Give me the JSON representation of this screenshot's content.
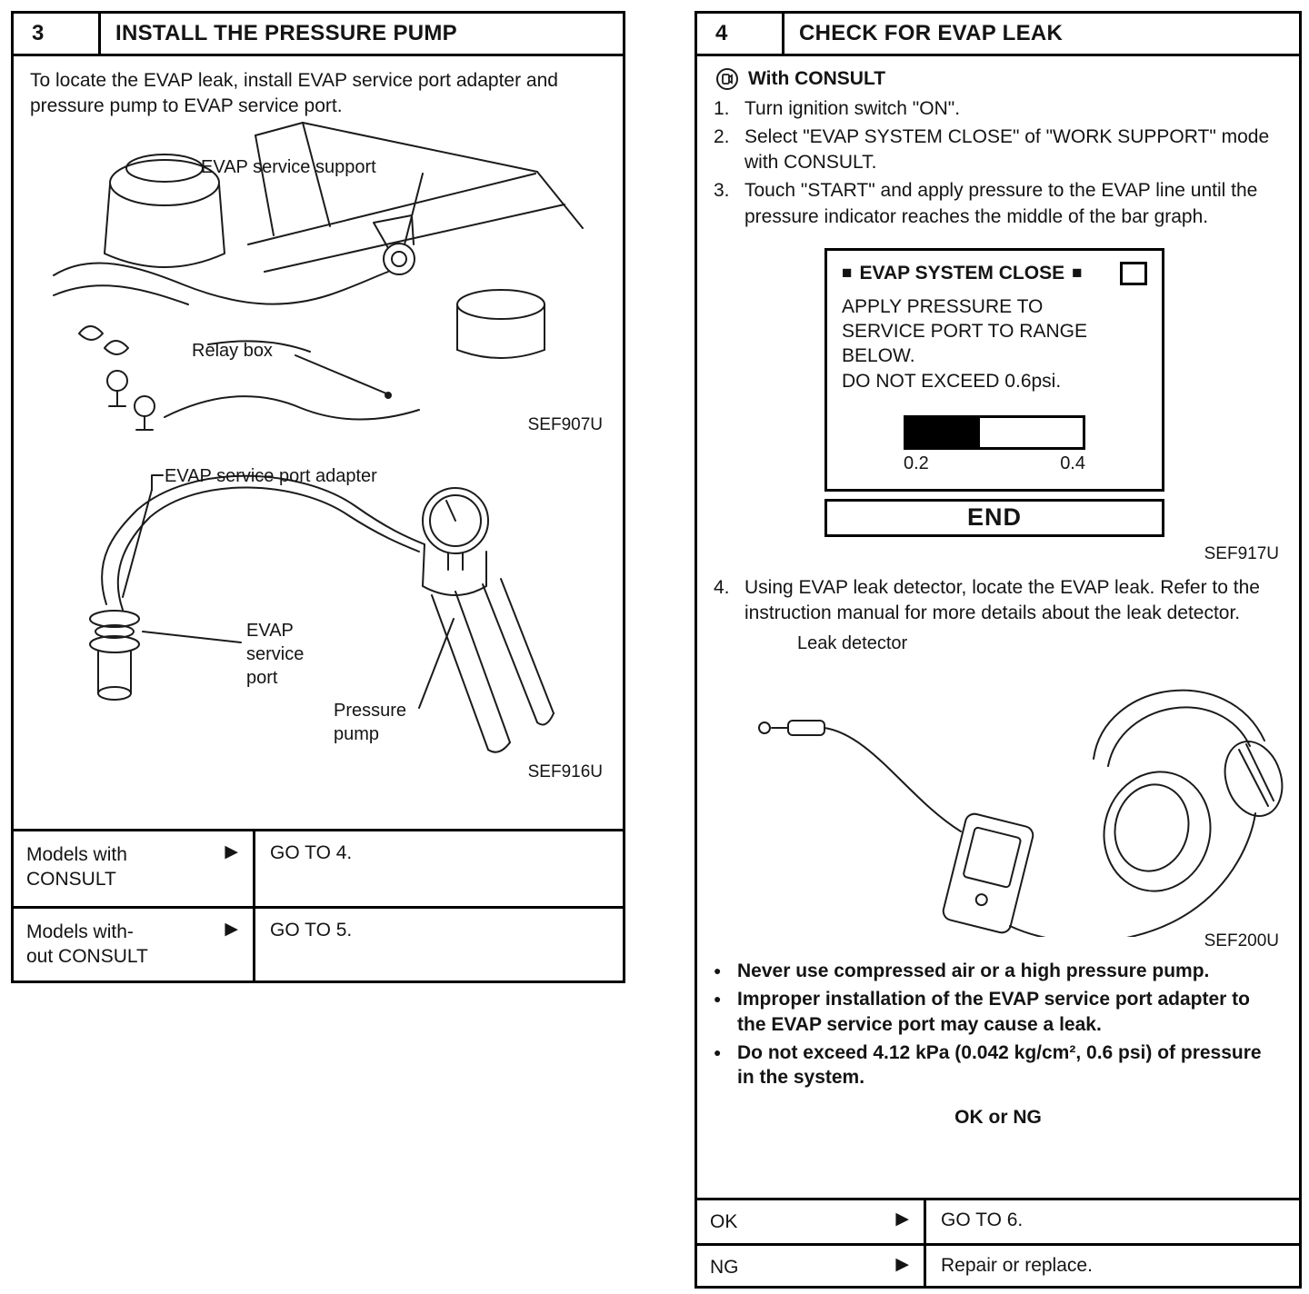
{
  "icons": {
    "arrow_right": "▶",
    "bullet": "●",
    "black_square": "■"
  },
  "left_panel": {
    "step_number": "3",
    "title": "INSTALL THE PRESSURE PUMP",
    "intro": "To locate the EVAP leak, install EVAP service port adapter and pressure pump to EVAP service port.",
    "figure1": {
      "label_support": "EVAP service support",
      "label_relay": "Relay box",
      "code": "SEF907U"
    },
    "figure2": {
      "label_adapter": "EVAP service port adapter",
      "label_port": "EVAP\nservice\nport",
      "label_pump": "Pressure\npump",
      "code": "SEF916U"
    },
    "results": [
      {
        "condition": "Models with\nCONSULT",
        "action": "GO TO 4."
      },
      {
        "condition": "Models with-\nout CONSULT",
        "action": "GO TO 5."
      }
    ]
  },
  "right_panel": {
    "step_number": "4",
    "title": "CHECK FOR EVAP LEAK",
    "consult_mode": "With CONSULT",
    "steps": [
      {
        "num": "1.",
        "text": "Turn ignition switch \"ON\"."
      },
      {
        "num": "2.",
        "text": "Select \"EVAP SYSTEM CLOSE\" of \"WORK SUPPORT\" mode with CONSULT."
      },
      {
        "num": "3.",
        "text": "Touch \"START\" and apply pressure to the EVAP line until the pressure indicator reaches the middle of the bar graph."
      },
      {
        "num": "4.",
        "text": "Using EVAP leak detector, locate the EVAP leak. Refer to the instruction manual for more details about the leak detector."
      }
    ],
    "consult_screen": {
      "title": "EVAP SYSTEM CLOSE",
      "body_lines": [
        "APPLY PRESSURE TO",
        "SERVICE PORT TO RANGE",
        "BELOW.",
        "DO NOT EXCEED 0.6psi."
      ],
      "bar_min": "0.2",
      "bar_max": "0.4",
      "bar_fill_fraction": 0.42,
      "end_label": "END"
    },
    "figure_code_screen": "SEF917U",
    "leak_detector_label": "Leak detector",
    "figure_code_detector": "SEF200U",
    "cautions": [
      "Never use compressed air or a high pressure pump.",
      "Improper installation of the EVAP service port adapter to the EVAP service port may cause a leak.",
      "Do not exceed 4.12 kPa (0.042 kg/cm², 0.6 psi) of pressure in the system."
    ],
    "decision_label": "OK or NG",
    "results": [
      {
        "condition": "OK",
        "action": "GO TO 6."
      },
      {
        "condition": "NG",
        "action": "Repair or replace."
      }
    ]
  }
}
